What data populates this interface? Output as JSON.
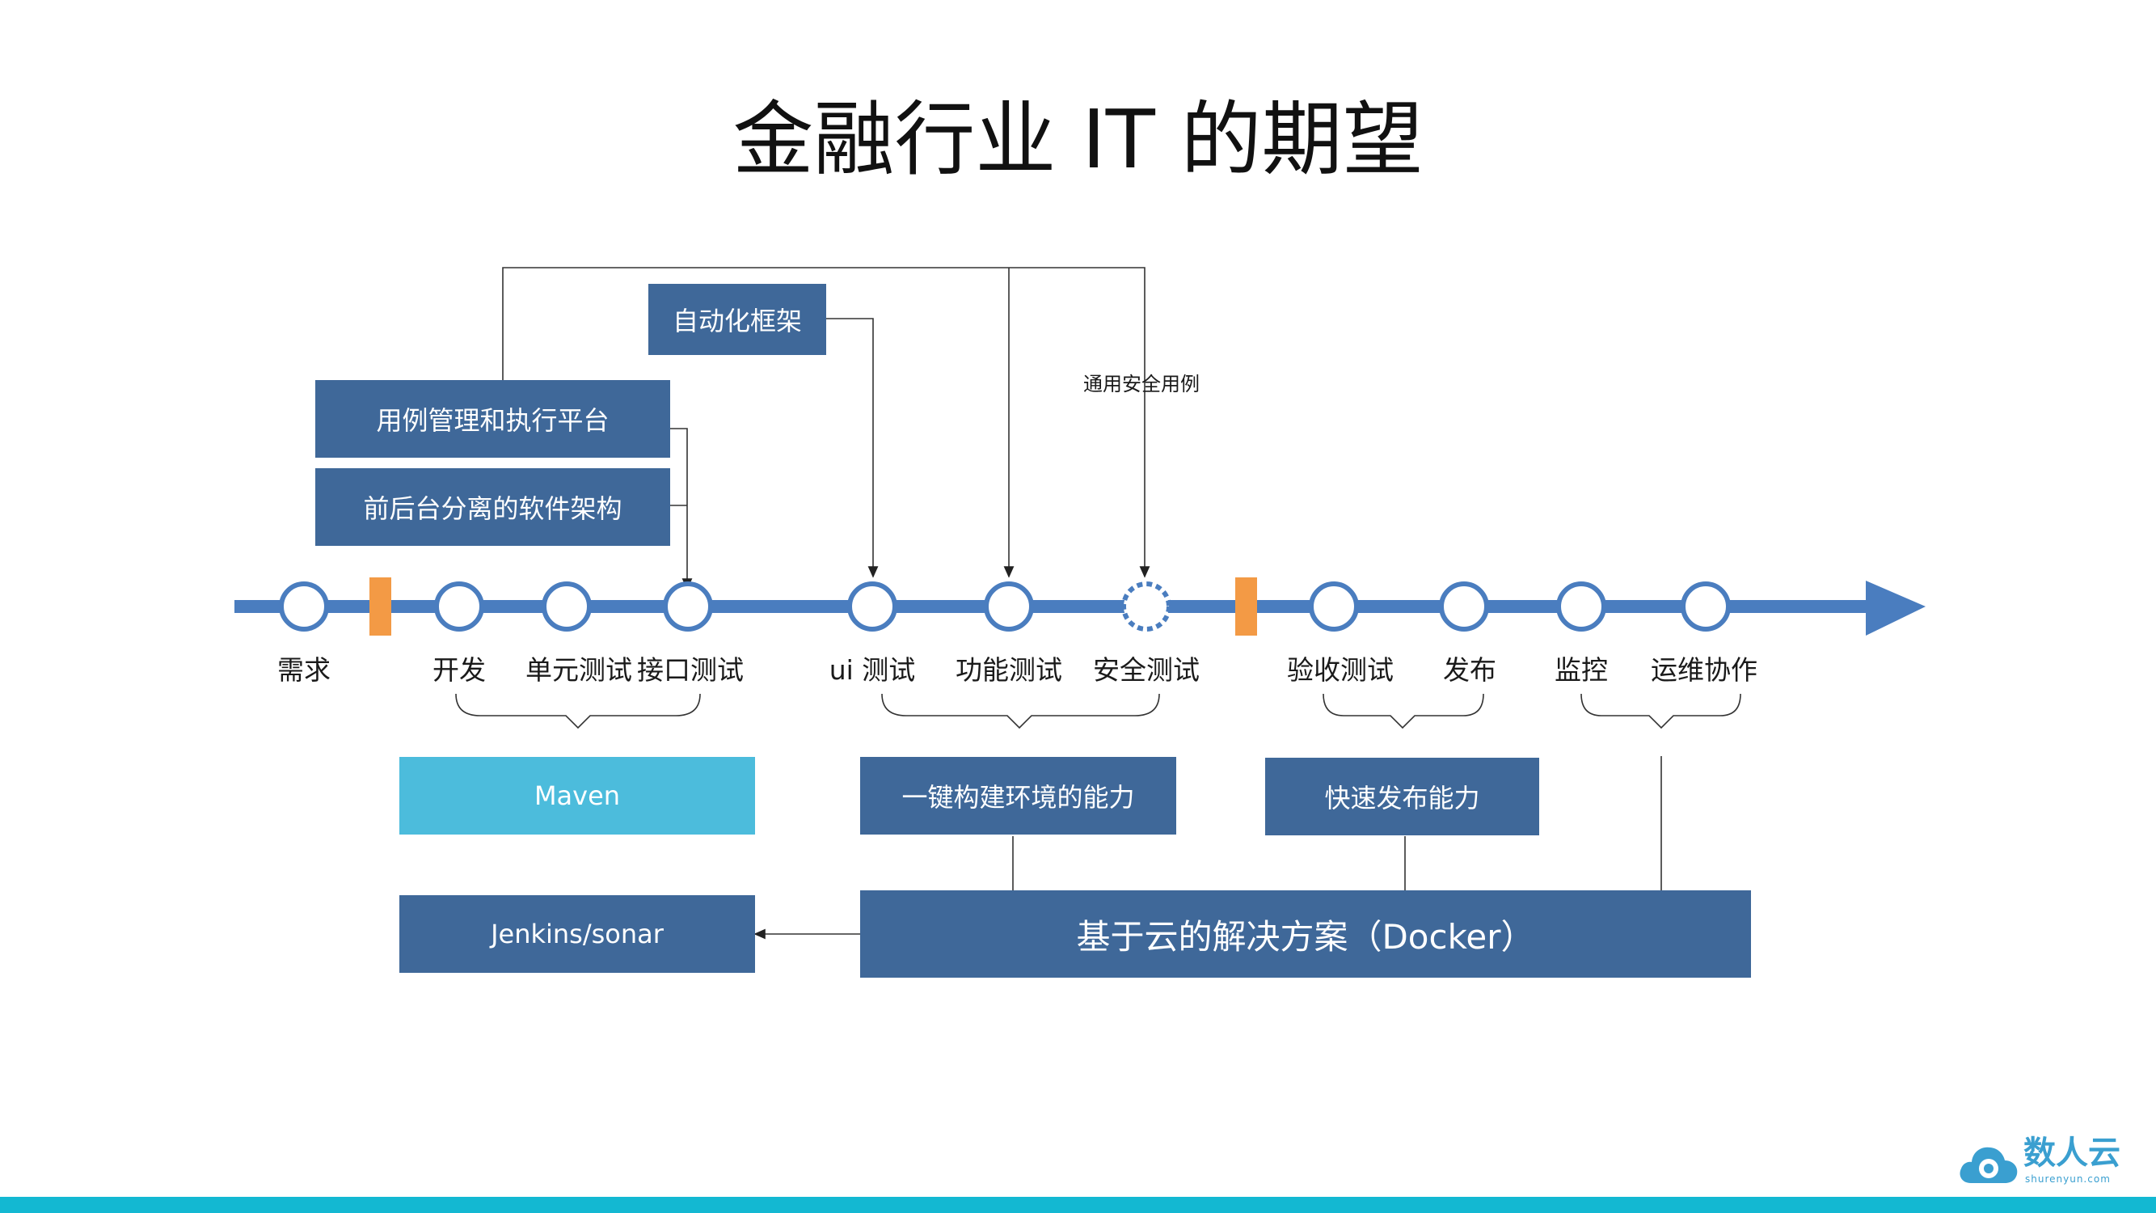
{
  "title": "金融行业 IT 的期望",
  "timeline": {
    "nodes": [
      {
        "id": "requirement",
        "label": "需求"
      },
      {
        "id": "develop",
        "label": "开发"
      },
      {
        "id": "unit-test",
        "label": "单元测试"
      },
      {
        "id": "api-test",
        "label": "接口测试"
      },
      {
        "id": "ui-test",
        "label": "ui 测试"
      },
      {
        "id": "function-test",
        "label": "功能测试"
      },
      {
        "id": "security-test",
        "label": "安全测试"
      },
      {
        "id": "acceptance-test",
        "label": "验收测试"
      },
      {
        "id": "release",
        "label": "发布"
      },
      {
        "id": "monitor",
        "label": "监控"
      },
      {
        "id": "ops",
        "label": "运维协作"
      }
    ]
  },
  "boxes": {
    "automation": "自动化框架",
    "case_platform": "用例管理和执行平台",
    "architecture": "前后台分离的软件架构",
    "maven": "Maven",
    "one_click_env": "一键构建环境的能力",
    "fast_release": "快速发布能力",
    "jenkins": "Jenkins/sonar",
    "cloud": "基于云的解决方案（Docker）"
  },
  "notes": {
    "security_cases": "通用安全用例"
  },
  "logo": {
    "name": "数人云",
    "sub": "shurenyun.com"
  },
  "colors": {
    "line": "#4a7dbf",
    "box": "#3f6899",
    "maven": "#4cbcdc",
    "marker": "#f39a45",
    "bottom_bar": "#13b8d2"
  }
}
